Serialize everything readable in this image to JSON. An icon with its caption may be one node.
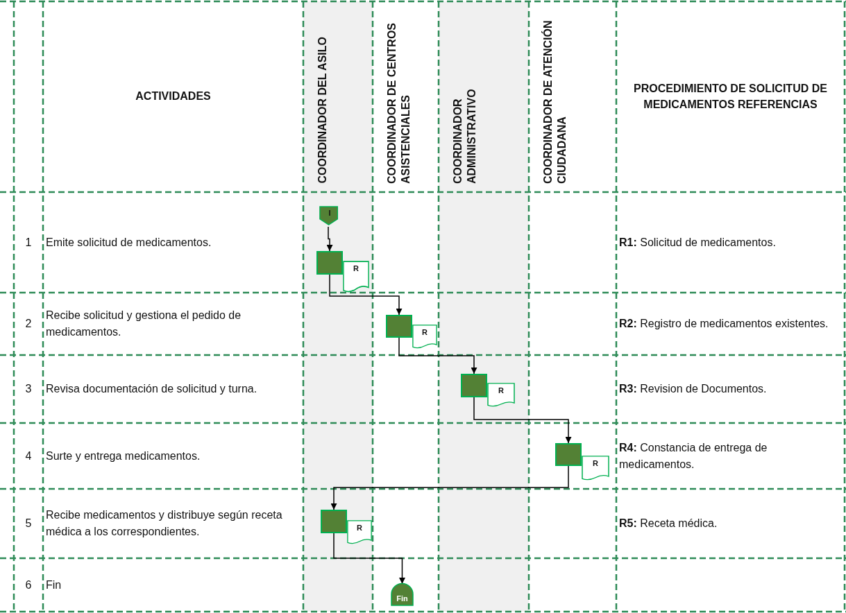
{
  "diagram": {
    "nodes": [
      {
        "text": [
          "I"
        ]
      },
      {
        "text": [],
        "shape": "box"
      },
      {
        "text": [
          "R"
        ]
      },
      {
        "text": [],
        "shape": "box"
      },
      {
        "text": [
          "R"
        ]
      },
      {
        "text": [],
        "shape": "box"
      },
      {
        "text": [
          "R"
        ]
      },
      {
        "text": [],
        "shape": "box"
      },
      {
        "text": [
          "R"
        ]
      },
      {
        "text": [],
        "shape": "box"
      },
      {
        "text": [
          "R"
        ]
      },
      {
        "text": [
          "Fin"
        ]
      }
    ],
    "edges": [
      {
        "from": 0,
        "to": 1,
        "arrow": "to"
      },
      {
        "from": 1,
        "to": 3,
        "arrow": "to"
      },
      {
        "from": 3,
        "to": 5,
        "arrow": "to"
      },
      {
        "from": 5,
        "to": 7,
        "arrow": "to"
      },
      {
        "from": 7,
        "to": 9,
        "arrow": "to"
      },
      {
        "from": 9,
        "to": 11,
        "arrow": "to"
      }
    ],
    "labels": [
      "ACTIVIDADES",
      "COORDINADOR DEL ASILO",
      "COORDINADOR DE CENTROS ASISTENCIALES",
      "COORDINADOR ADMINISTRATIVO",
      "COORDINADOR DE ATENCIÓN CIUDADANA",
      "PROCEDIMIENTO DE SOLICITUD DE MEDICAMENTOS REFERENCIAS",
      "1",
      "Emite solicitud de medicamentos.",
      "**R1:** Solicitud de medicamentos.",
      "2",
      "Recibe solicitud y gestiona el pedido de medicamentos.",
      "**R2:** Registro de medicamentos existentes.",
      "3",
      "Revisa documentación de solicitud y turna.",
      "**R3:** Revision de Documentos.",
      "4",
      "Surte y entrega medicamentos.",
      "**R4:** Constancia de entrega de medicamentos.",
      "5",
      "Recibe medicamentos y distribuye según receta médica a los correspondientes.",
      "**R5:** Receta médica.",
      "6",
      "Fin"
    ]
  }
}
